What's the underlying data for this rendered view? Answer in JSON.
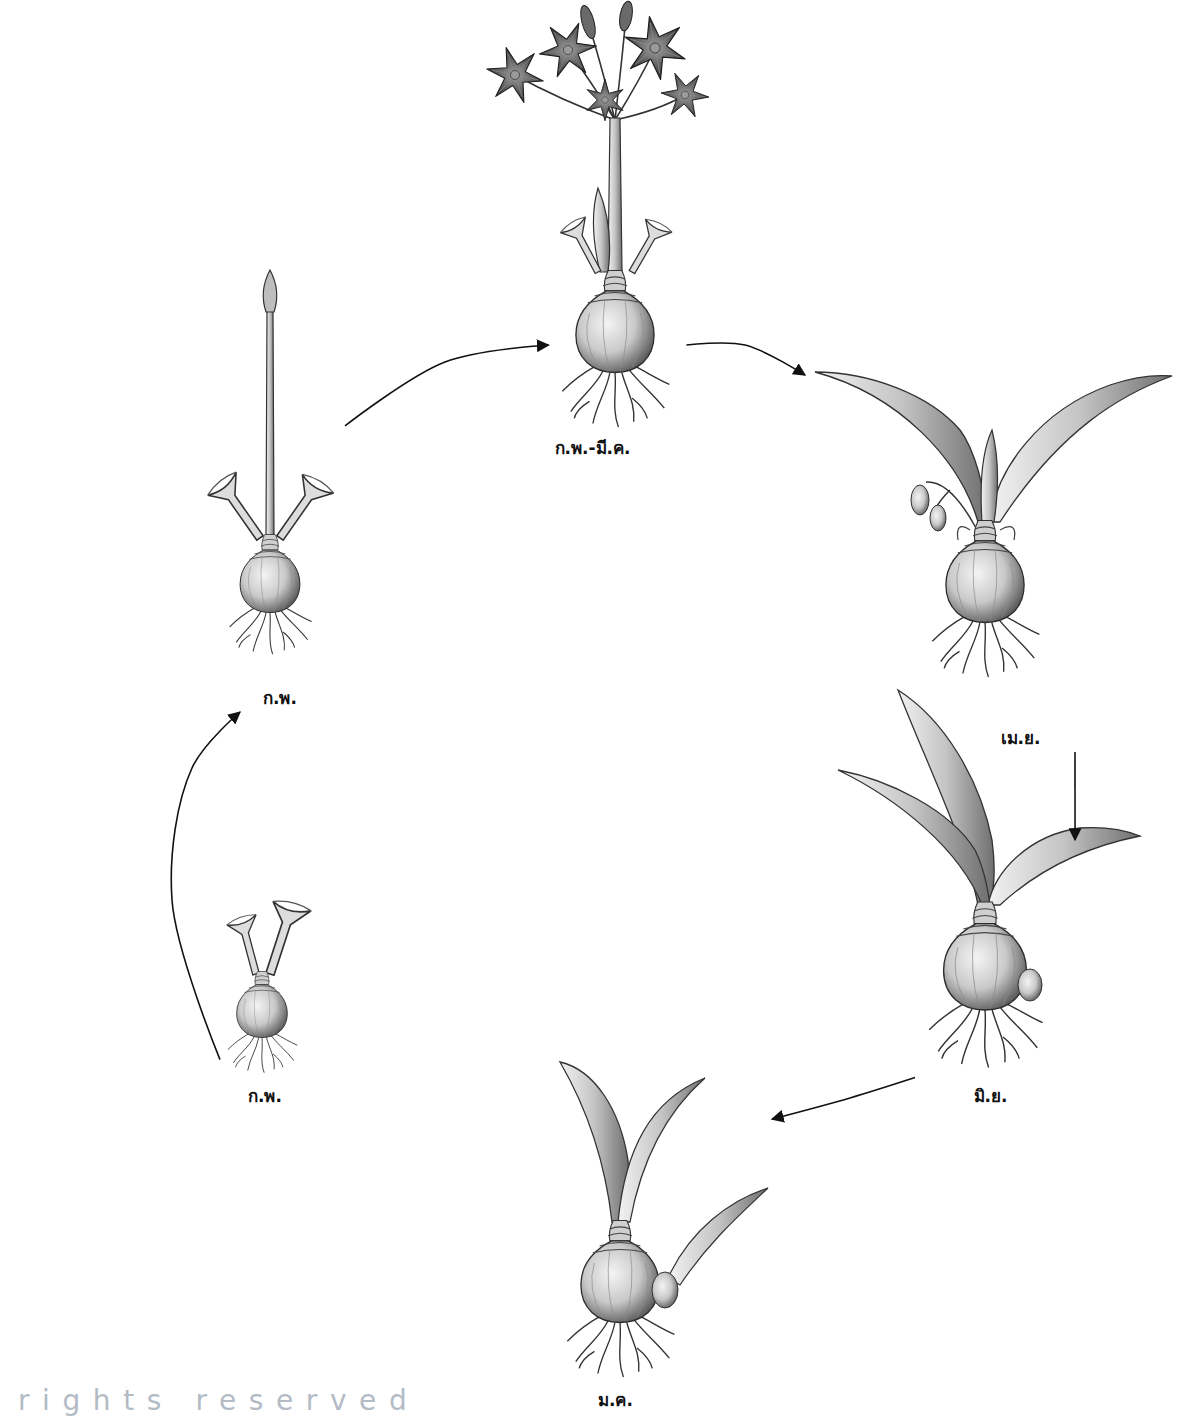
{
  "diagram": {
    "nodes": [
      {
        "text": [
          "ก.พ.-มี.ค."
        ]
      },
      {
        "text": [
          "เม.ย."
        ]
      },
      {
        "text": [
          "มิ.ย."
        ]
      },
      {
        "text": [
          "ม.ค."
        ]
      },
      {
        "text": [
          "ก.พ."
        ]
      },
      {
        "text": [
          "ก.พ."
        ]
      }
    ],
    "edges": [
      {
        "from": 0,
        "to": 1,
        "arrow": "to"
      },
      {
        "from": 1,
        "to": 2,
        "arrow": "to"
      },
      {
        "from": 2,
        "to": 3,
        "arrow": "to"
      },
      {
        "from": 4,
        "to": 5,
        "arrow": "to"
      },
      {
        "from": 5,
        "to": 0,
        "arrow": "to"
      }
    ],
    "labels": [
      "rights reserved"
    ]
  }
}
